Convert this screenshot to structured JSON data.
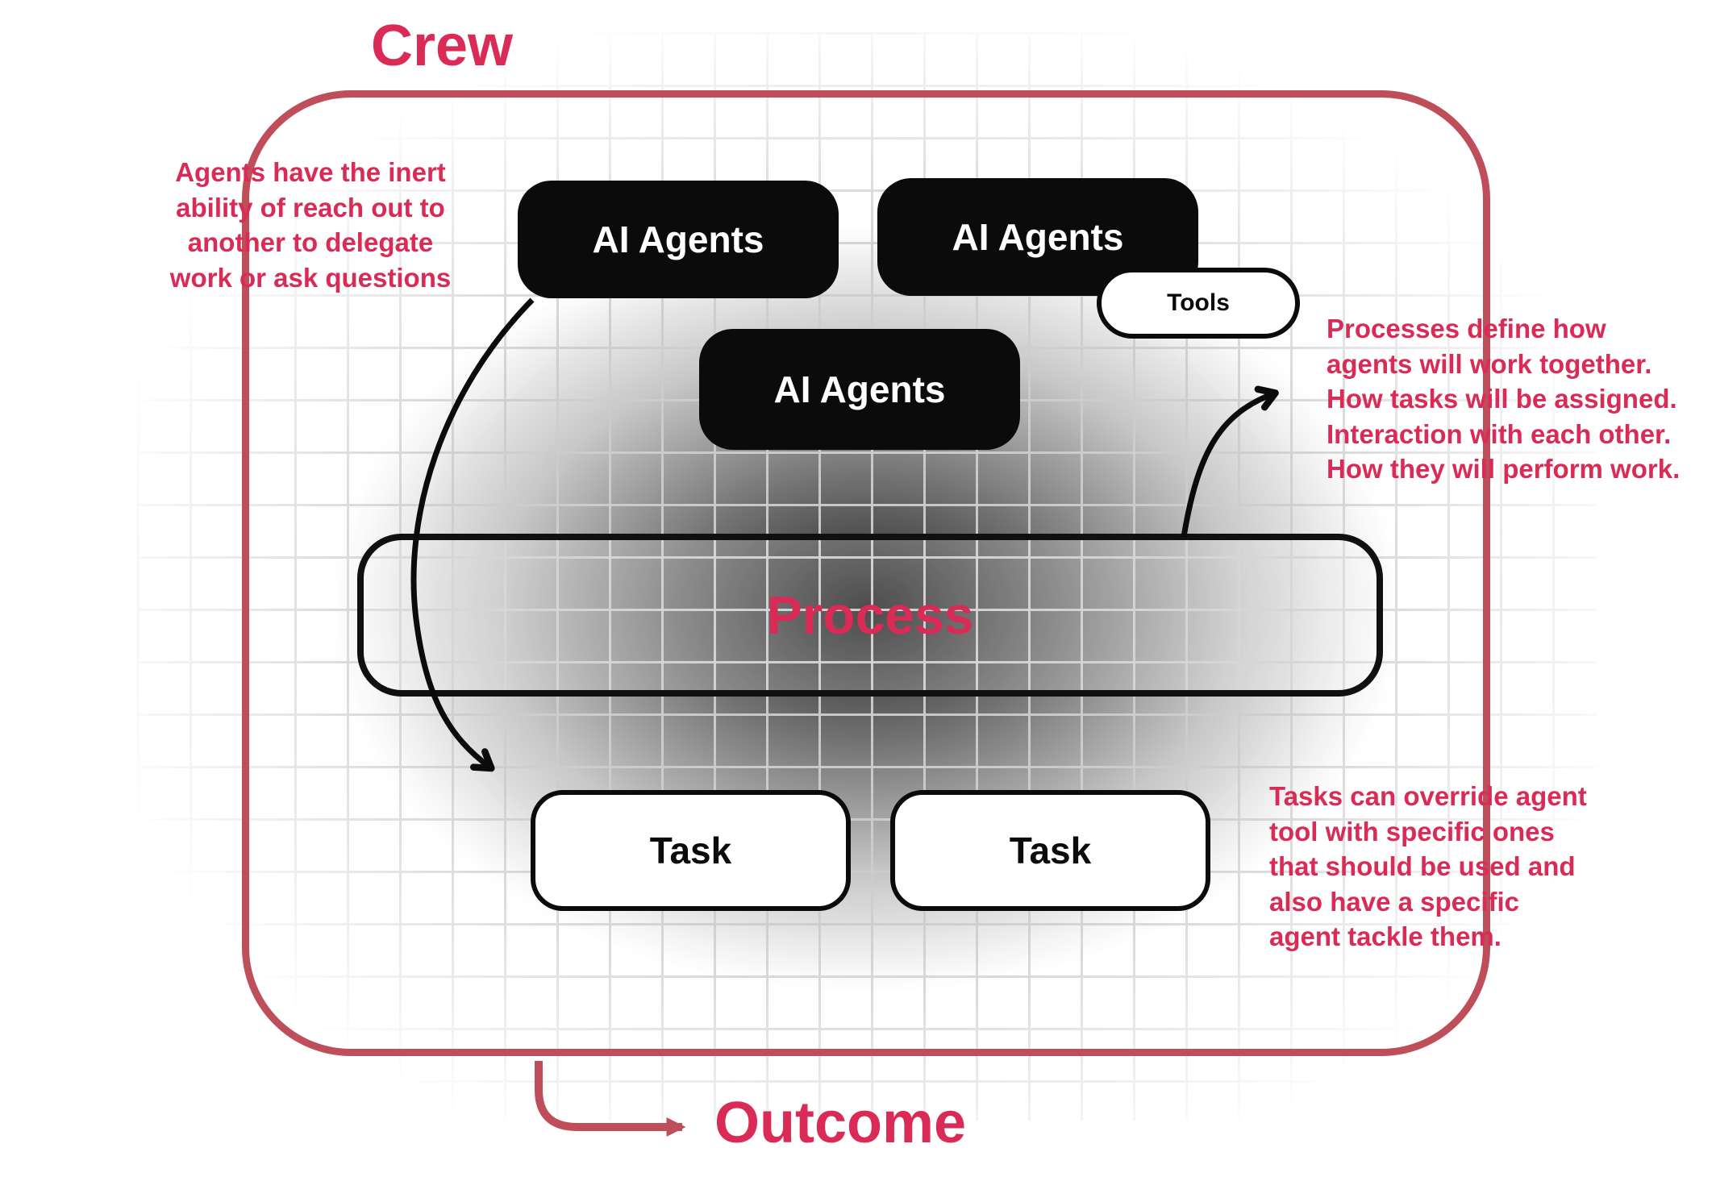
{
  "title": "Crew",
  "outcome_label": "Outcome",
  "nodes": {
    "agent1": "AI Agents",
    "agent2": "AI Agents",
    "agent3": "AI Agents",
    "tools": "Tools",
    "process": "Process",
    "task1": "Task",
    "task2": "Task"
  },
  "annotations": {
    "left": "Agents have the inert\nability of reach out to\nanother to delegate\nwork or ask questions",
    "right_top": "Processes define how\nagents will work together.\nHow tasks will be assigned.\nInteraction with each other.\nHow they will perform work.",
    "right_bottom": "Tasks can override agent\ntool with specific ones\nthat should be used and\nalso have a specific\nagent tackle them."
  },
  "colors": {
    "accent_text": "#D92B55",
    "boundary_red": "#BF4E5B",
    "node_black": "#0B0B0B",
    "grid_gray": "#CDCDCD"
  }
}
